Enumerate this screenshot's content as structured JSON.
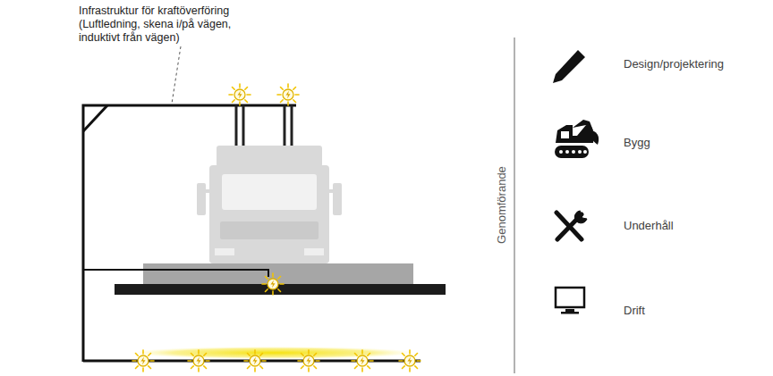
{
  "diagram": {
    "labels": [
      "Infrastruktur för kraftöverföring (Luftledning, skena i/på vägen, induktivt från vägen)",
      "Genomförande",
      "Design/projektering",
      "Bygg",
      "Underhåll",
      "Drift"
    ]
  }
}
